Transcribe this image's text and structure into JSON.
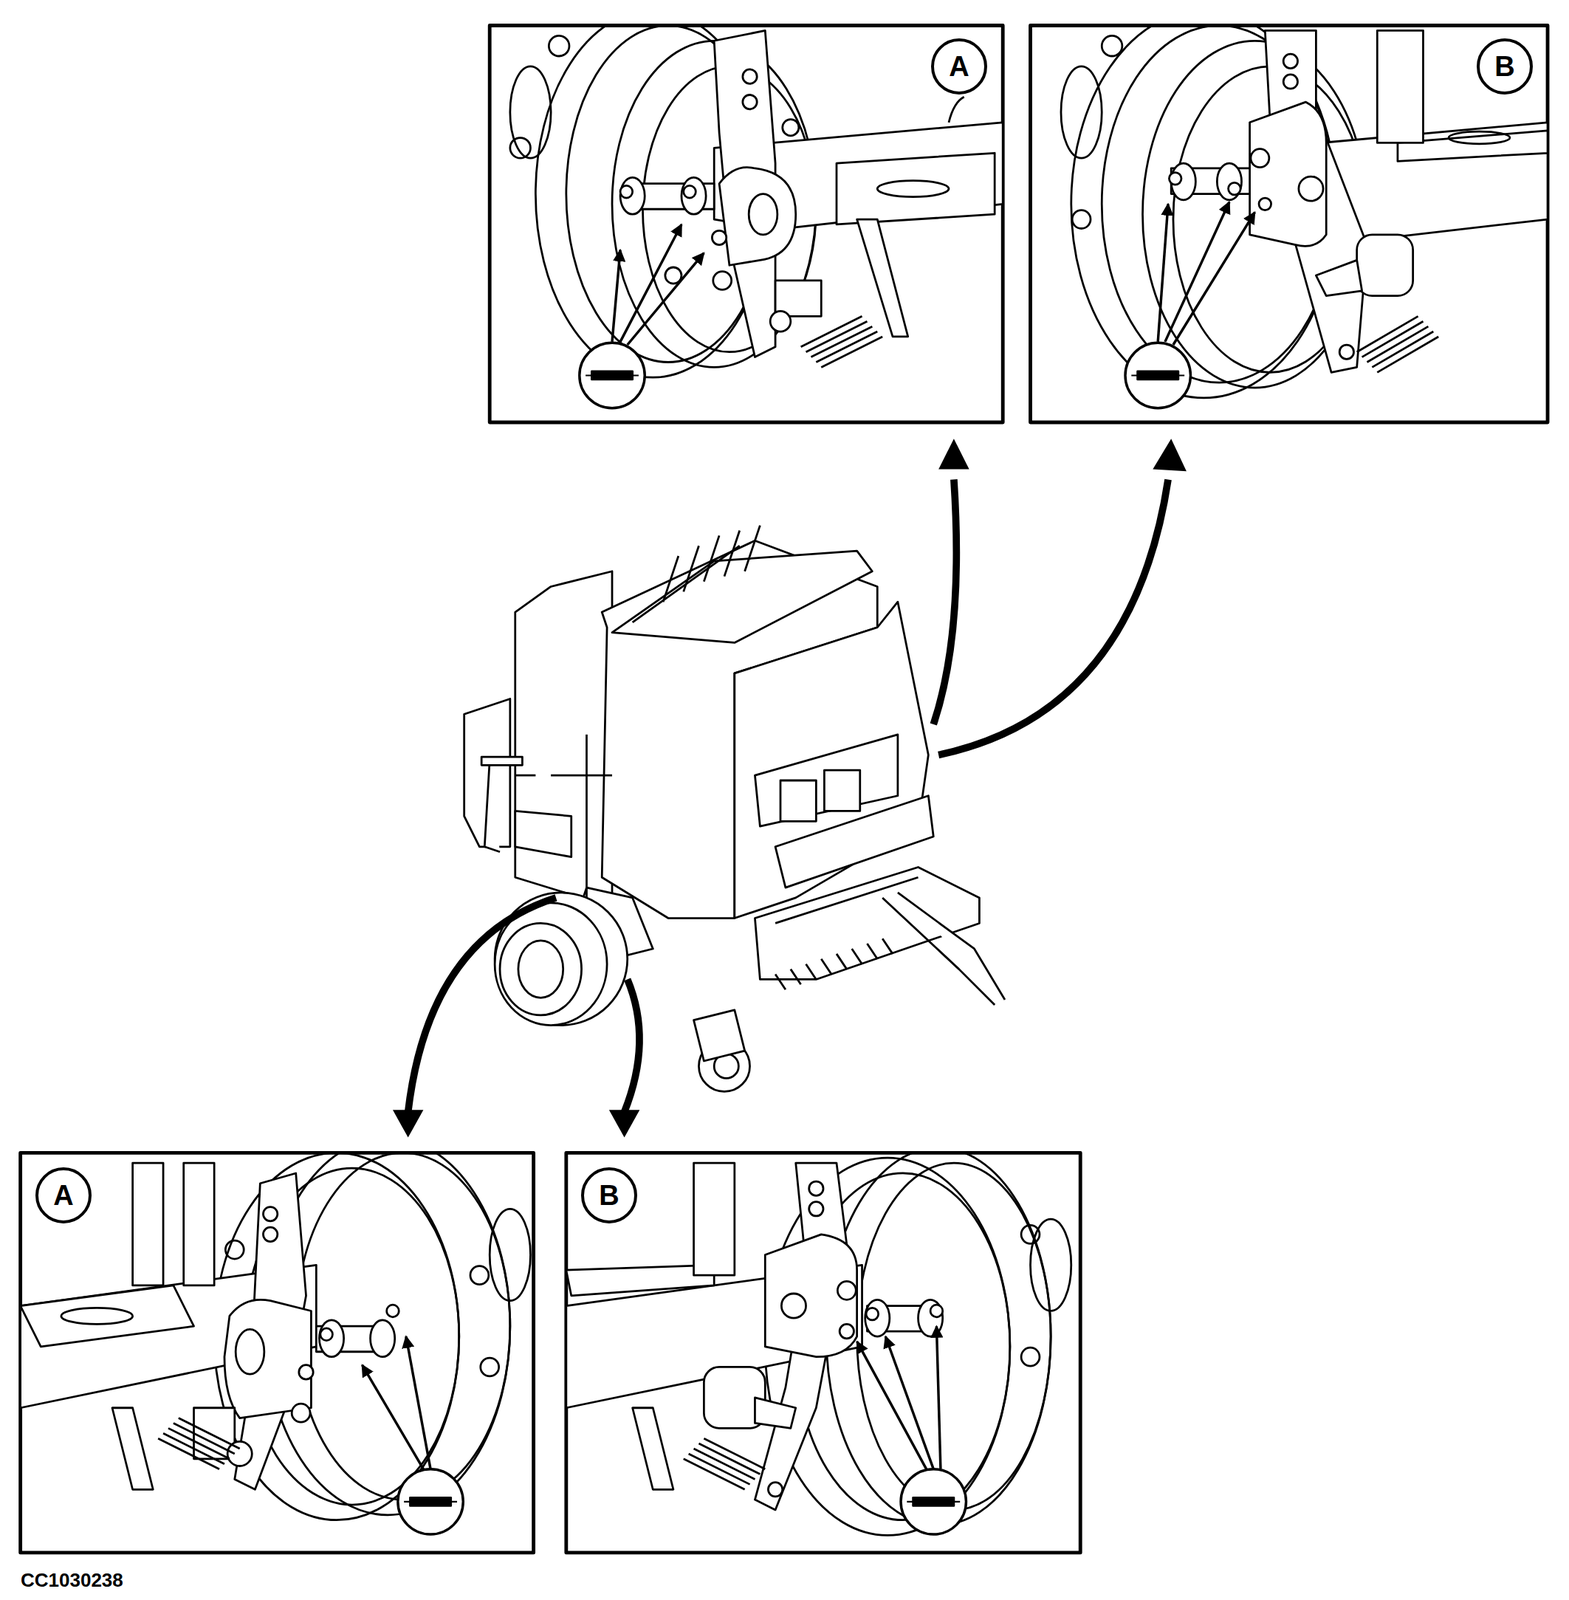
{
  "diagram": {
    "nodes": [
      {
        "text": [
          "A"
        ]
      },
      {
        "text": [
          "B"
        ]
      },
      {
        "text": [
          "A"
        ]
      },
      {
        "text": [
          "B"
        ]
      }
    ],
    "labels": [
      "CC1030238"
    ]
  }
}
